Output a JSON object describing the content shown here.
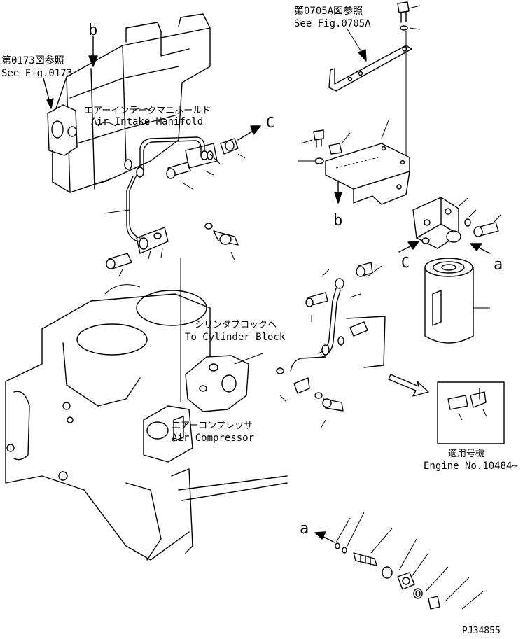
{
  "labels": {
    "ref_0705a_jp": "第0705A図参照",
    "ref_0705a_en": "See Fig.0705A",
    "ref_0173_jp": "第0173図参照",
    "ref_0173_en": "See Fig.0173",
    "intake_jp": "エアーインテークマニホールド",
    "intake_en": "Air Intake Manifold",
    "cyl_jp": "シリンダブロックへ",
    "cyl_en": "To Cylinder Block",
    "comp_jp": "エアーコンプレッサ",
    "comp_en": "Air Compressor",
    "engine_jp": "適用号機",
    "engine_en": "Engine No.10484~",
    "b_top": "b",
    "b_mid": "b",
    "c_top": "C",
    "c_mid": "C",
    "a_right": "a",
    "a_bottom": "a",
    "drawing_no": "PJ34855"
  }
}
